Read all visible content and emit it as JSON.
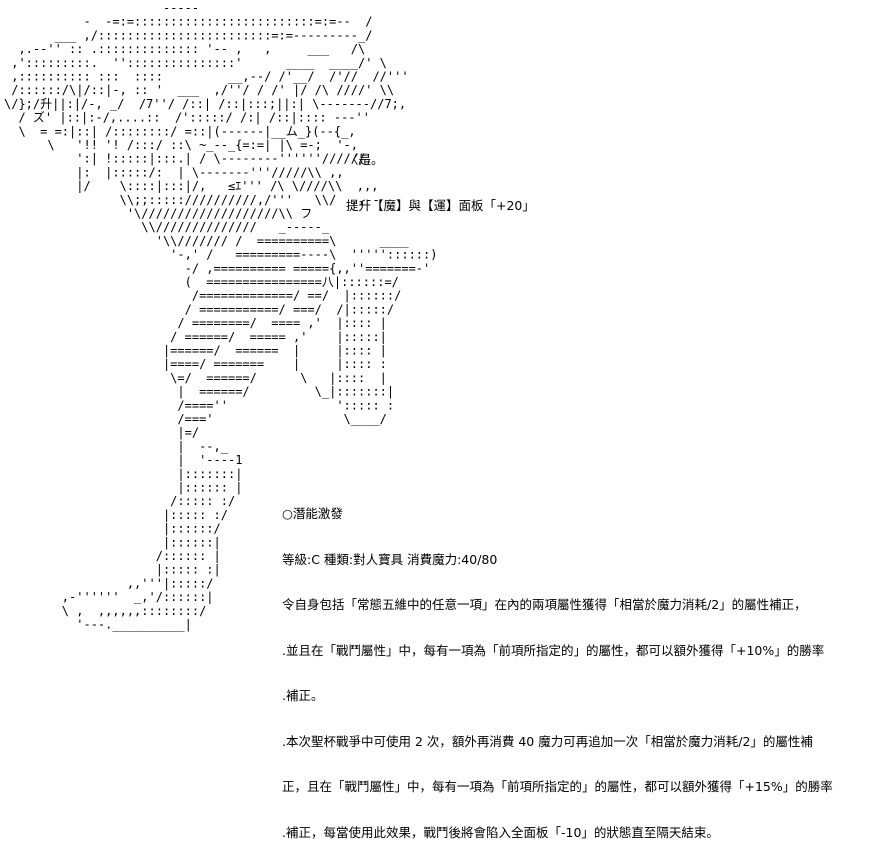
{
  "speech": {
    "line1": "〈是。",
    "line2": "提升【魔】與【運】面板「+20」"
  },
  "skill": {
    "title": "○潛能激發",
    "meta": "等級:C 種類:對人寶具 消費魔力:40/80",
    "desc_lines": [
      "令自身包括「常態五維中的任意一項」在內的兩項屬性獲得「相當於魔力消耗/2」的屬性補正，",
      ".並且在「戰鬥屬性」中，每有一項為「前項所指定的」的屬性，都可以額外獲得「+10%」的勝率",
      ".補正。",
      ".本次聖杯戰爭中可使用 2 次，額外再消費 40 魔力可再追加一次「相當於魔力消耗/2」的屬性補",
      "正，且在「戰鬥屬性」中，每有一項為「前項所指定的」的屬性，都可以額外獲得「+15%」的勝率",
      ".補正，每當使用此效果，戰鬥後將會陷入全面板「-10」的狀態直至隔天結束。"
    ]
  },
  "art": {
    "rows": [
      "                      -----",
      "           -  -=:=:::::::::::::::::::::::::=:=--  /",
      "       ___ ,/::::::::::::::::::::::::=:=---------_/",
      "  ,.--'' :: .:::::::::::::: '-- ,   ,     ___   /\\",
      " ,':::::::::.  '':::::::::::::::'      ____  ____/' \\",
      " ,:::::::::: :::  ::::         __,--/ /'__/  /'//  //'''",
      " /::::::/\\|/::|-, :: '  ___  ,/''/ / /' |/ /\\ ////' \\\\",
      "\\/};/升||:|/-, _/  /7''/ /::| /::|:::;||:| \\-------//7;,",
      "  / ズ' |::|:-/,....::  /':::::/ /:| /::|:::: ---''",
      "  \\  = =:|::| /::::::::/ =::|(------|__ム_}(--{_,",
      "      \\   '!! '! /:::/ ::\\ ~_--_{=:=| |\\ =-;  '-,",
      "          ':| !:::::|:::.| / \\--------''''''//////,",
      "          |:  |:::::/:  | \\-------'''/////\\\\ ,,",
      "          |/    \\::::|:::|/,   ≤ｴ''' /\\ \\////\\\\  ,,,",
      "                \\\\;;::::://////////,/'''   \\\\/  ,,--",
      "                 '\\///////////////////\\\\ フ",
      "                   \\\\//////////////   _-----_",
      "                     '\\\\/////// /  ==========\\      ____",
      "                       '-,' /   =========----\\  '''''::::::)",
      "                         -/ ,========== ====={,,''=======-'",
      "                         (  ================八|::::::=/",
      "                          /=============/ ==/  |::::::/",
      "                         / ===========/ ===/  /|:::::/",
      "                        / ========/  ==== ,'  |:::: |",
      "                       / ======/  ===== ,'    |:::::|",
      "                      |======/  ======  |     |:::: |",
      "                      |====/ =======    |     |:::: :",
      "                       \\=/  ======/      \\   |::::  |",
      "                        |  ======/         \\_|:::::::|",
      "                        /====''               '::::: :",
      "                        /==='                  \\____/",
      "                        |=/",
      "                        |  --,_",
      "                        |  '----1",
      "                        |:::::::|",
      "                        |:::::: |",
      "                       /::::: :/",
      "                      |::::: :/",
      "                      |::::::/",
      "                      |::::::|",
      "                     /:::::: |",
      "                     |::::: :|",
      "                 ,,'''|:::::/",
      "        ,-''''''  _,'/::::::|",
      "        \\ ,  ,,,,,,::::::::/",
      "          '---.__________|"
    ]
  }
}
